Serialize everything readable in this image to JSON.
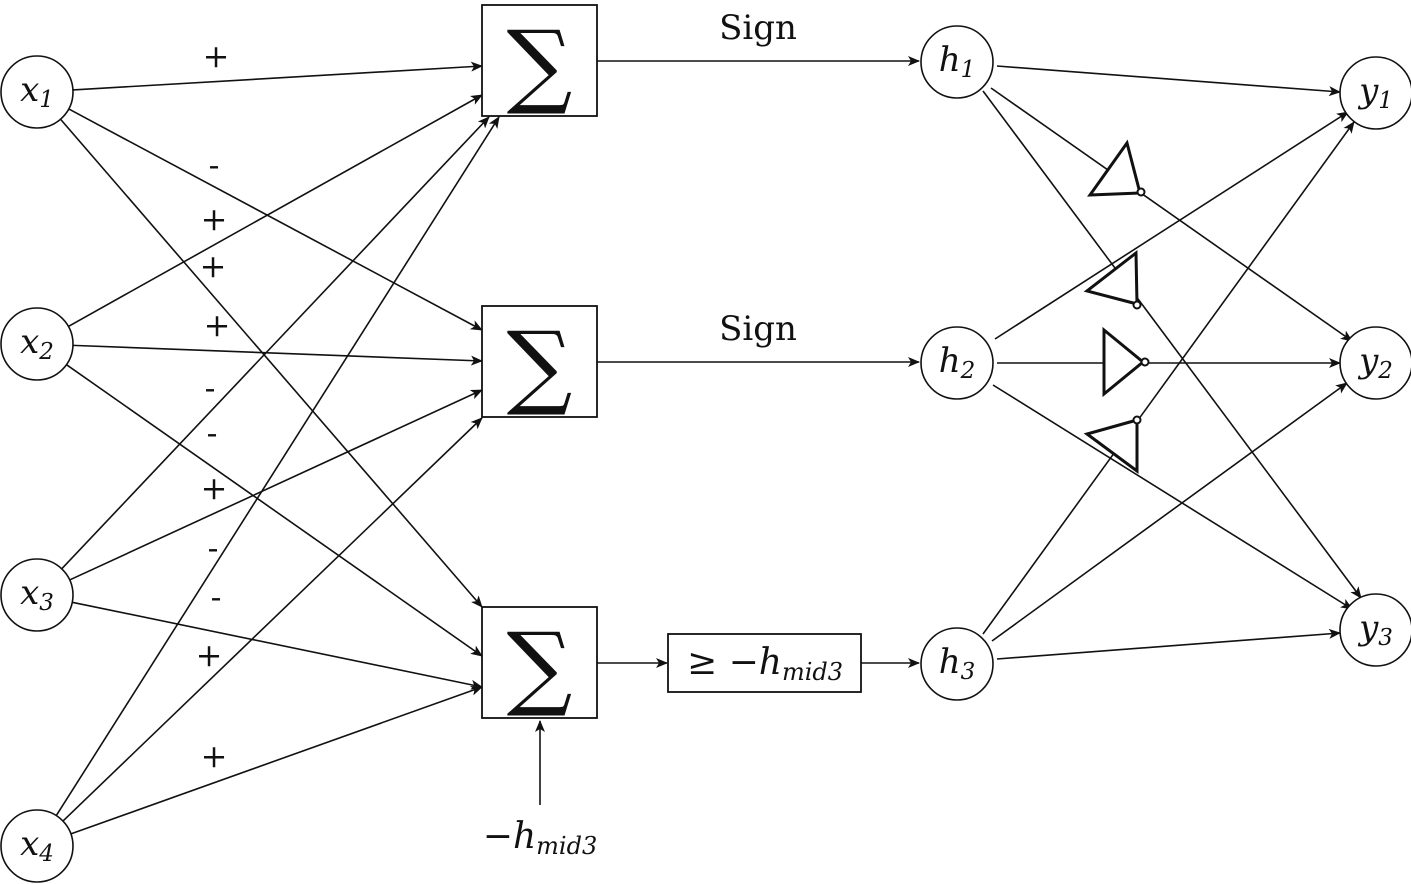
{
  "inputs": [
    {
      "base": "x",
      "sub": "1"
    },
    {
      "base": "x",
      "sub": "2"
    },
    {
      "base": "x",
      "sub": "3"
    },
    {
      "base": "x",
      "sub": "4"
    }
  ],
  "hidden": [
    {
      "base": "h",
      "sub": "1"
    },
    {
      "base": "h",
      "sub": "2"
    },
    {
      "base": "h",
      "sub": "3"
    }
  ],
  "outputs": [
    {
      "base": "y",
      "sub": "1"
    },
    {
      "base": "y",
      "sub": "2"
    },
    {
      "base": "y",
      "sub": "3"
    }
  ],
  "sum_symbol": "∑",
  "activations": {
    "sign_1": "Sign",
    "sign_2": "Sign",
    "threshold": {
      "prefix": "≥ −",
      "base": "h",
      "sub": "mid3"
    }
  },
  "bias": {
    "prefix": "−",
    "base": "h",
    "sub": "mid3"
  },
  "weight_signs": [
    "+",
    "-",
    "+",
    "+",
    "+",
    "-",
    "-",
    "+",
    "-",
    "-",
    "+",
    "+"
  ],
  "input_to_sum_edges": [
    {
      "from": 0,
      "to": 0
    },
    {
      "from": 0,
      "to": 1
    },
    {
      "from": 0,
      "to": 2
    },
    {
      "from": 1,
      "to": 0
    },
    {
      "from": 1,
      "to": 1
    },
    {
      "from": 1,
      "to": 2
    },
    {
      "from": 2,
      "to": 0
    },
    {
      "from": 2,
      "to": 1
    },
    {
      "from": 2,
      "to": 2
    },
    {
      "from": 3,
      "to": 0
    },
    {
      "from": 3,
      "to": 1
    },
    {
      "from": 3,
      "to": 2
    }
  ],
  "hidden_to_output_edges": [
    {
      "from": 0,
      "to": 0,
      "inverted": false
    },
    {
      "from": 0,
      "to": 1,
      "inverted": true
    },
    {
      "from": 0,
      "to": 2,
      "inverted": true
    },
    {
      "from": 1,
      "to": 0,
      "inverted": false
    },
    {
      "from": 1,
      "to": 1,
      "inverted": true
    },
    {
      "from": 1,
      "to": 2,
      "inverted": false
    },
    {
      "from": 2,
      "to": 0,
      "inverted": true
    },
    {
      "from": 2,
      "to": 1,
      "inverted": false
    },
    {
      "from": 2,
      "to": 2,
      "inverted": false
    }
  ]
}
